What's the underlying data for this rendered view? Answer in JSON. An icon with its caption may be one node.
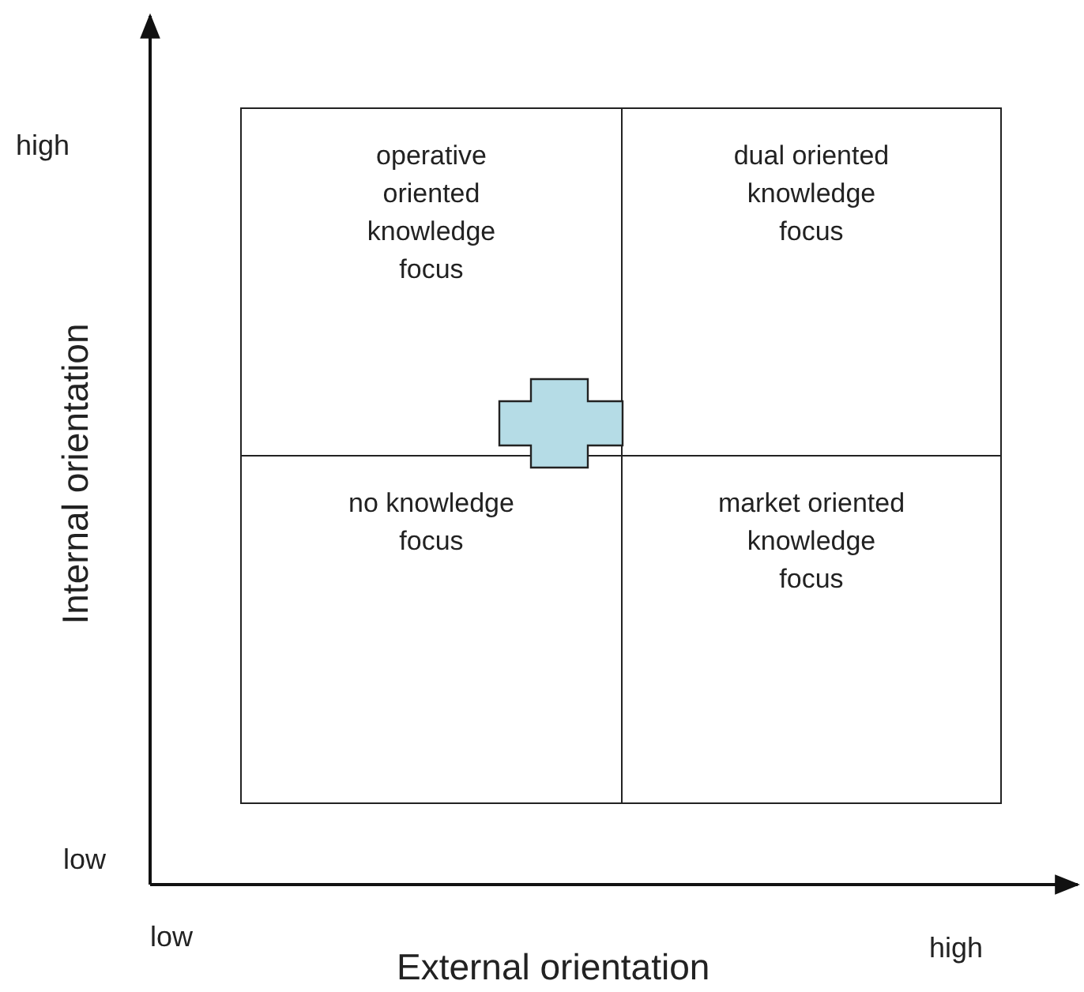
{
  "diagram": {
    "nodes": [
      {
        "text": [
          "operative oriented knowledge focus"
        ]
      },
      {
        "text": [
          "dual oriented knowledge focus"
        ]
      },
      {
        "text": [
          "no knowledge focus"
        ]
      },
      {
        "text": [
          "market oriented knowledge focus"
        ]
      },
      {
        "text": [],
        "shape": "cross"
      }
    ],
    "labels": [
      "high",
      "Internal orientation",
      "low",
      "low",
      "External orientation",
      "high"
    ]
  }
}
